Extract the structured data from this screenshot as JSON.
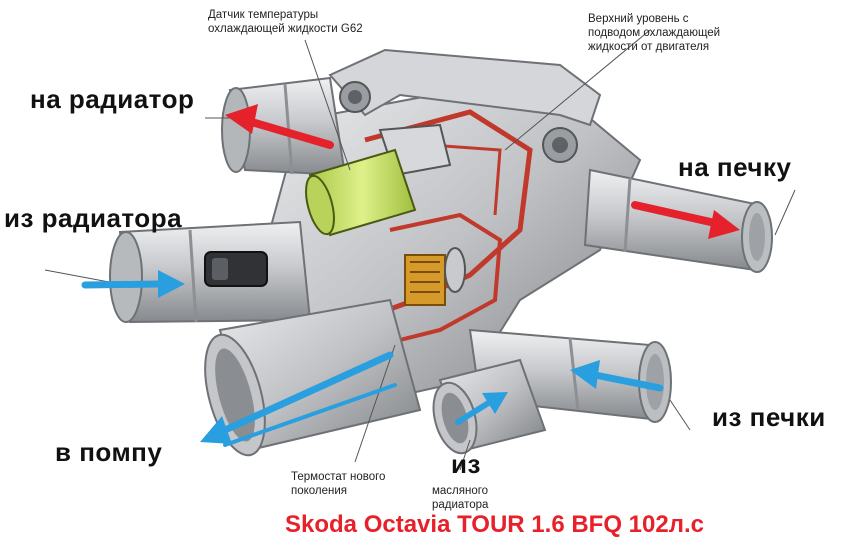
{
  "labels": {
    "to_radiator": "на радиатор",
    "from_radiator": "из радиатора",
    "to_heater": "на печку",
    "from_heater": "из печки",
    "to_pump": "в помпу",
    "from_oil_radiator_line1": "из",
    "sensor_line1": "Датчик температуры",
    "sensor_line2": "охлаждающей жидкости G62",
    "upper_line1": "Верхний уровень с",
    "upper_line2": "подводом охлаждающей",
    "upper_line3": "жидкости от двигателя",
    "thermostat_line1": "Термостат нового",
    "thermostat_line2": "поколения",
    "oil_line1": "из",
    "oil_line2": "масляного",
    "oil_line3": "радиатора"
  },
  "footer": "Skoda Octavia TOUR 1.6 BFQ  102л.с",
  "colors": {
    "body": "#c9cbce",
    "body_dark": "#8f9296",
    "body_light": "#e6e7e9",
    "section_red": "#c0392b",
    "sensor_green": "#c6e06a",
    "arrow_red": "#e5222b",
    "arrow_blue": "#2a9fe0",
    "footer_red": "#e8202a"
  }
}
